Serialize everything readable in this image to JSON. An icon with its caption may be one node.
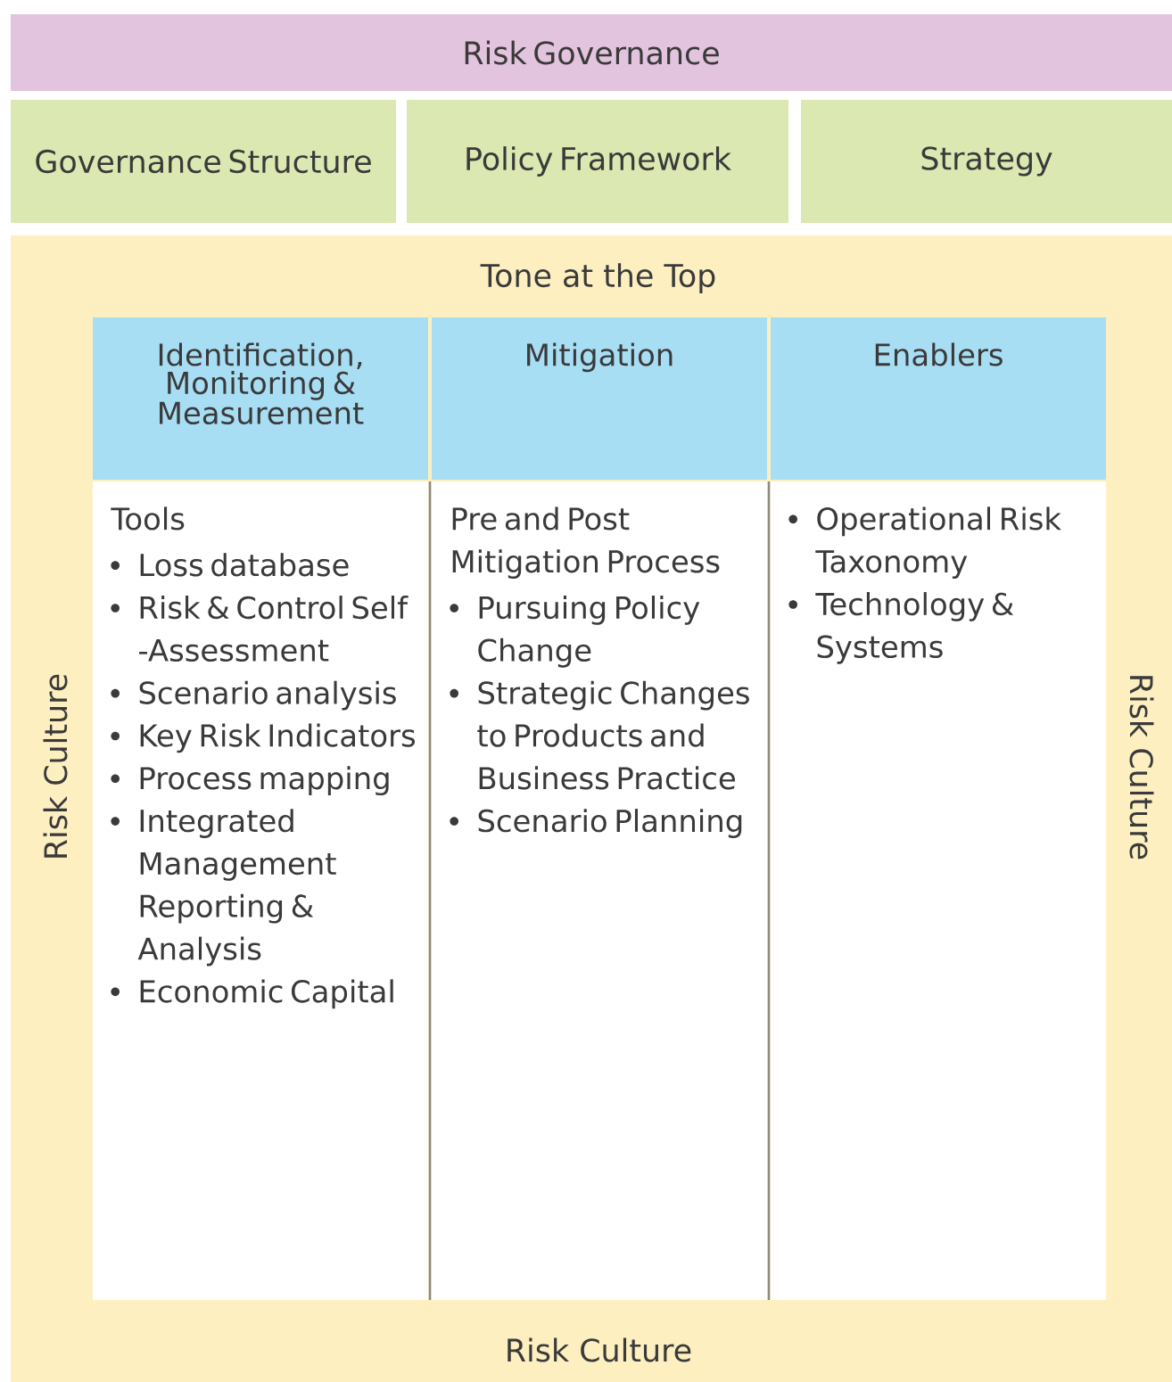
{
  "diagram": {
    "nodes": [
      {
        "text": [
          "Risk Governance"
        ]
      },
      {
        "text": [
          "Governance Structure"
        ]
      },
      {
        "text": [
          "Policy Framework"
        ]
      },
      {
        "text": [
          "Strategy"
        ]
      },
      {
        "text": [
          "Tone at the Top",
          "Risk Culture",
          "Risk Culture",
          "Risk Culture"
        ]
      },
      {
        "text": [
          "Identification, Monitoring & Measurement"
        ],
        "in": 4
      },
      {
        "text": [
          "Mitigation"
        ],
        "in": 4
      },
      {
        "text": [
          "Enablers"
        ],
        "in": 4
      },
      {
        "text": [
          "Tools",
          "Loss database",
          "Risk & Control Self -Assessment",
          "Scenario analysis",
          "Key Risk Indicators",
          "Process mapping",
          "Integrated Management Reporting & Analysis",
          "Economic Capital"
        ],
        "in": 4
      },
      {
        "text": [
          "Pre and Post Mitigation Process",
          "Pursuing Policy Change",
          "Strategic Changes to Products and Business Practice",
          "Scenario Planning"
        ],
        "in": 4
      },
      {
        "text": [
          "Operational Risk Taxonomy",
          "Technology & Systems"
        ],
        "in": 4
      }
    ]
  }
}
